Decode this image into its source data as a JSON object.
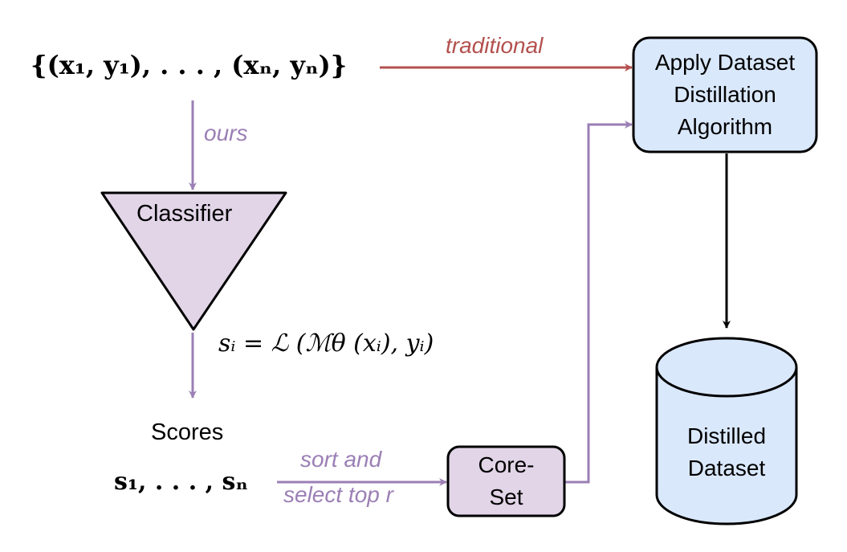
{
  "colors": {
    "purple_arrow": "#9b7fb5",
    "red_arrow": "#b3514f",
    "black_arrow": "#000000",
    "purple_fill": "#e1d5e7",
    "blue_fill": "#dae8fc"
  },
  "input_set": "{(x₁, y₁), . . . , (xₙ, yₙ)}",
  "edge_traditional": "traditional",
  "edge_ours": "ours",
  "classifier_label": "Classifier",
  "score_formula": "sᵢ = ℒ (ℳθ (xᵢ), yᵢ)",
  "scores_label": "Scores",
  "scores_values": "s₁, . . . , sₙ",
  "edge_sort_line1": "sort and",
  "edge_sort_line2": "select top r",
  "coreset_line1": "Core-",
  "coreset_line2": "Set",
  "algorithm_line1": "Apply Dataset",
  "algorithm_line2": "Distillation",
  "algorithm_line3": "Algorithm",
  "dataset_line1": "Distilled",
  "dataset_line2": "Dataset"
}
